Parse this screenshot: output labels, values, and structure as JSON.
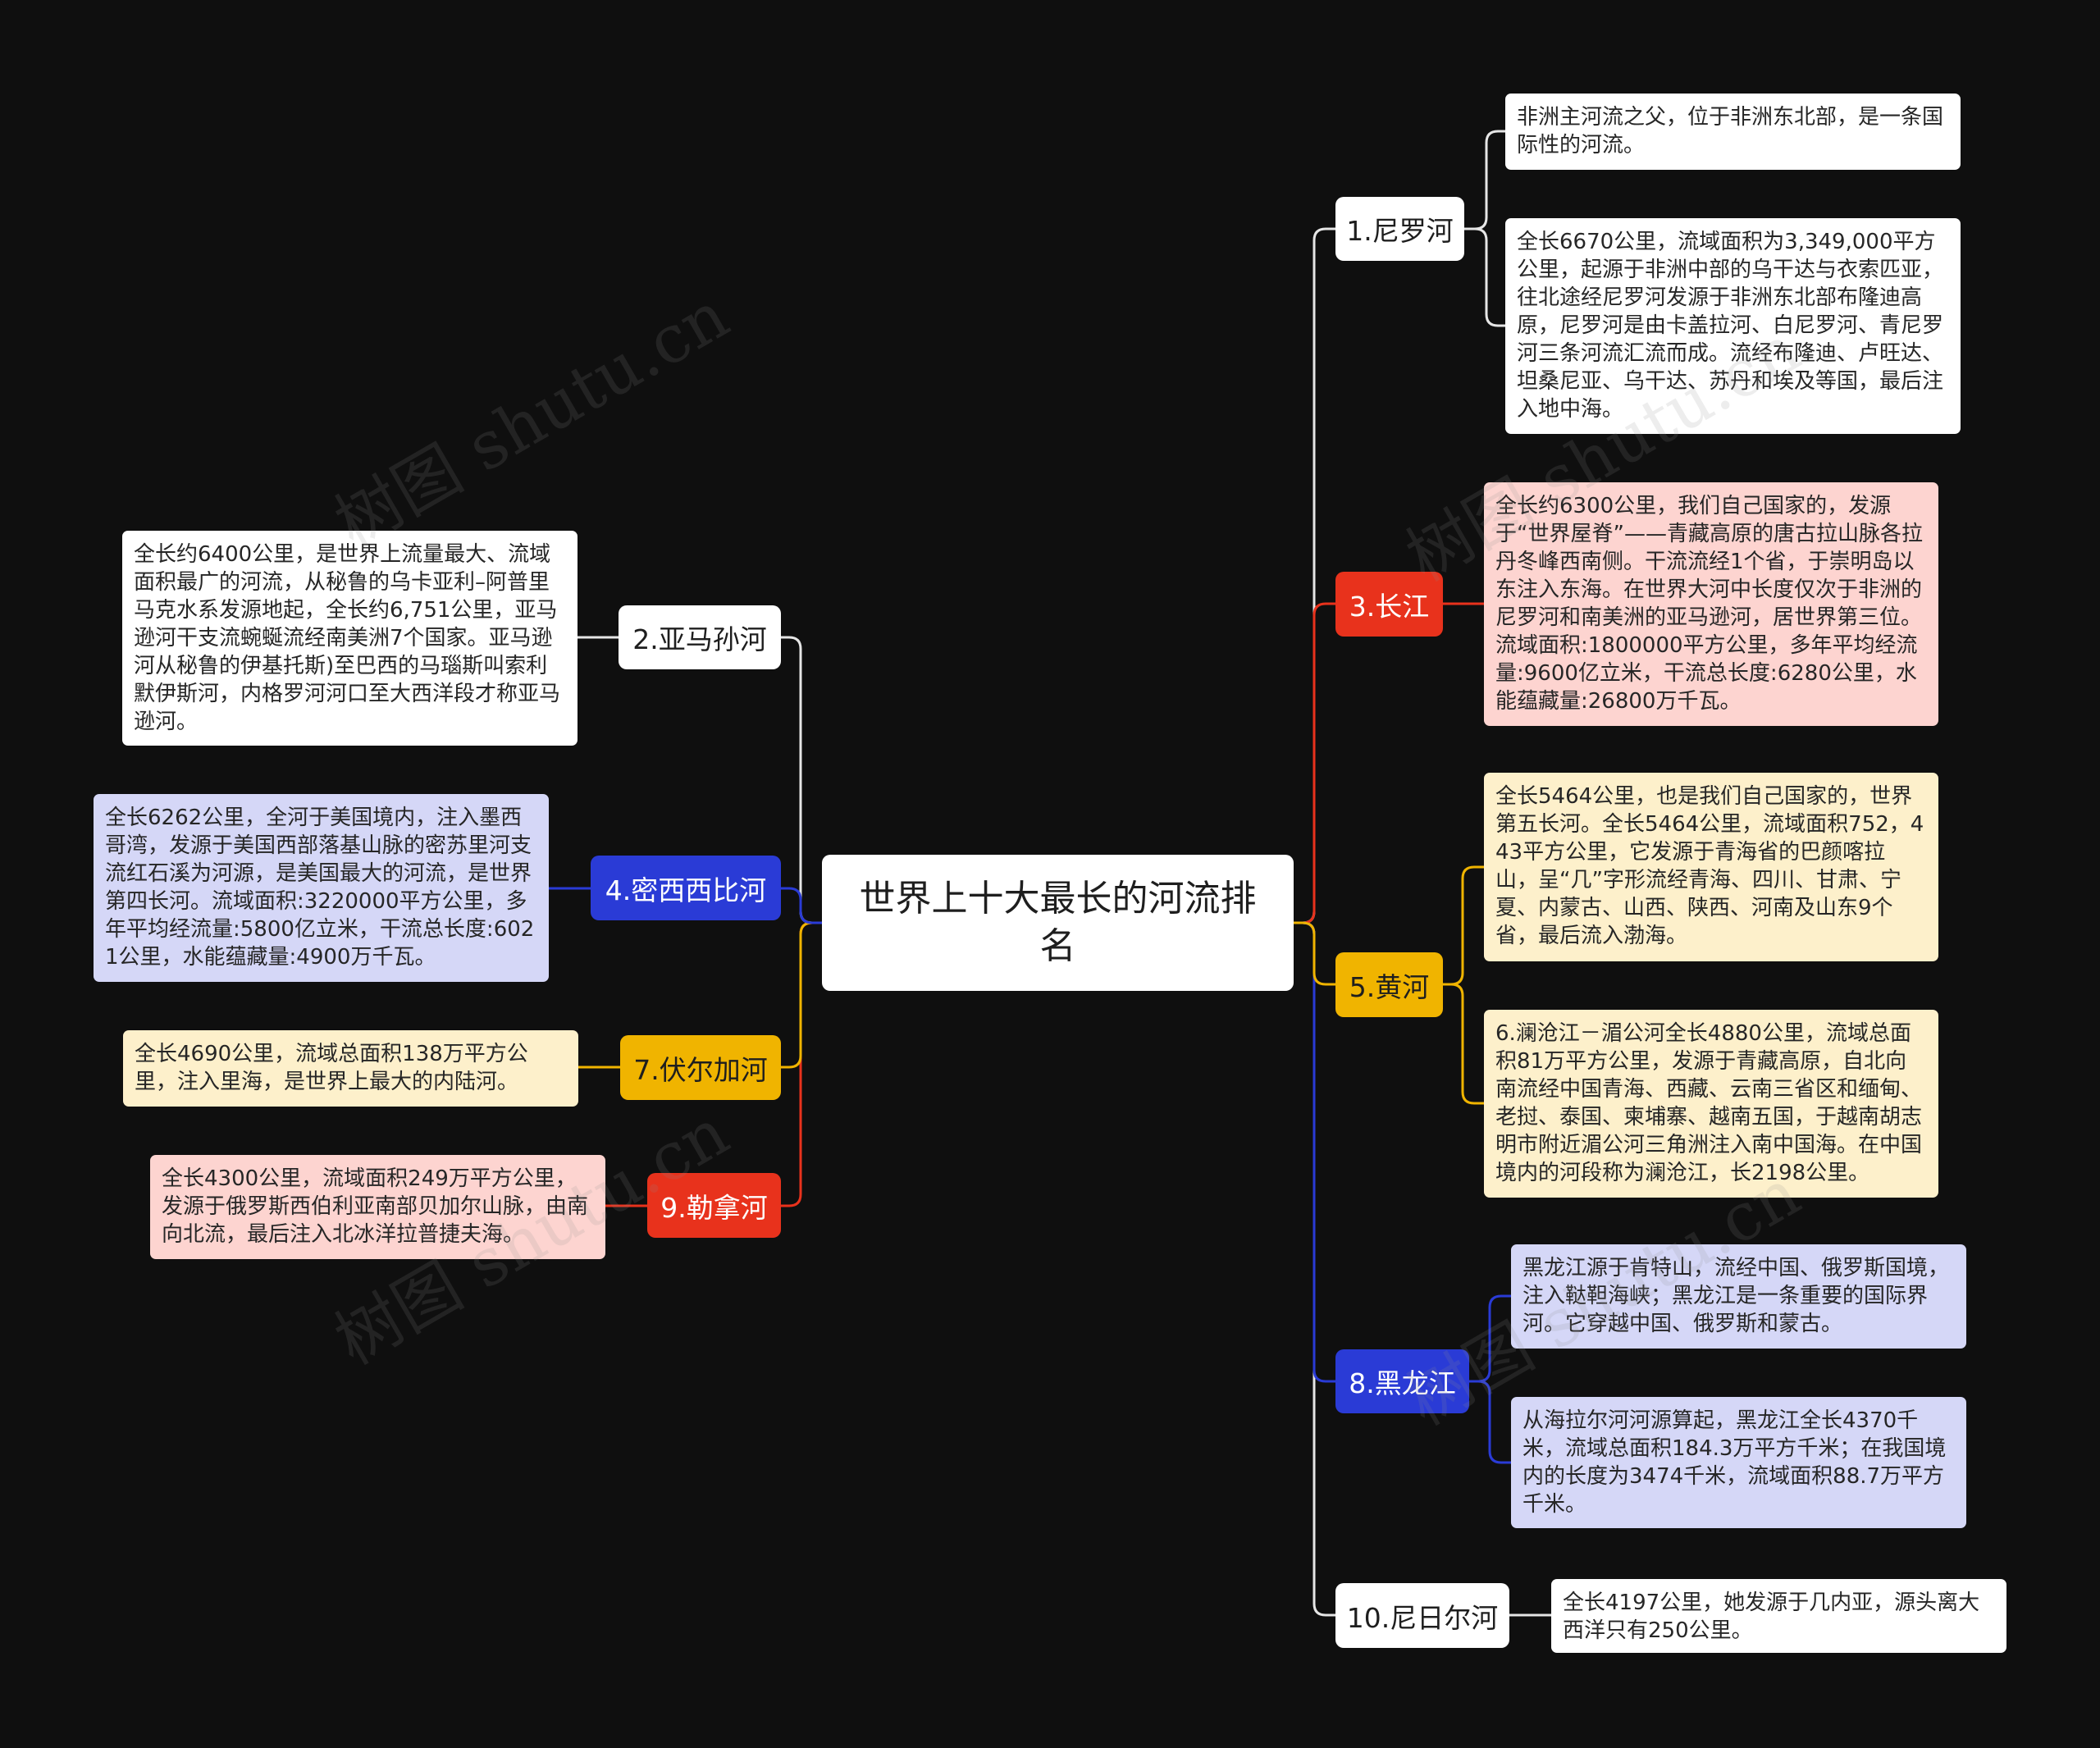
{
  "title": "世界上十大最长的河流排名",
  "theme": {
    "background": "#0f0f0f",
    "white": "#ffffff",
    "red": "#e8321c",
    "red_light": "#fdd4d0",
    "yellow": "#f0b400",
    "yellow_light": "#fdf0cb",
    "blue": "#2a3bd6",
    "blue_light": "#d5d7f7"
  },
  "right_branches": [
    {
      "label": "1.尼罗河",
      "color": "white",
      "notes": [
        "非洲主河流之父，位于非洲东北部，是一条国际性的河流。",
        "全长6670公里，流域面积为3,349,000平方公里，起源于非洲中部的乌干达与衣索匹亚，往北途经尼罗河发源于非洲东北部布隆迪高原，尼罗河是由卡盖拉河、白尼罗河、青尼罗河三条河流汇流而成。流经布隆迪、卢旺达、坦桑尼亚、乌干达、苏丹和埃及等国，最后注入地中海。"
      ]
    },
    {
      "label": "3.长江",
      "color": "red",
      "notes": [
        "全长约6300公里，我们自己国家的，发源于“世界屋脊”——青藏高原的唐古拉山脉各拉丹冬峰西南侧。干流流经1个省，于崇明岛以东注入东海。在世界大河中长度仅次于非洲的尼罗河和南美洲的亚马逊河，居世界第三位。流域面积:1800000平方公里，多年平均经流量:9600亿立米，干流总长度:6280公里，水能蕴藏量:26800万千瓦。"
      ]
    },
    {
      "label": "5.黄河",
      "color": "yellow",
      "notes": [
        "全长5464公里，也是我们自己国家的，世界第五长河。全长5464公里，流域面积752，443平方公里，它发源于青海省的巴颜喀拉山，呈“几”字形流经青海、四川、甘肃、宁夏、内蒙古、山西、陕西、河南及山东9个省，最后流入渤海。",
        "6.澜沧江－湄公河全长4880公里，流域总面积81万平方公里，发源于青藏高原，自北向南流经中国青海、西藏、云南三省区和缅甸、老挝、泰国、柬埔寨、越南五国，于越南胡志明市附近湄公河三角洲注入南中国海。在中国境内的河段称为澜沧江，长2198公里。"
      ]
    },
    {
      "label": "8.黑龙江",
      "color": "blue",
      "notes": [
        "黑龙江源于肯特山，流经中国、俄罗斯国境，注入鞑靼海峡；黑龙江是一条重要的国际界河。它穿越中国、俄罗斯和蒙古。",
        "从海拉尔河河源算起，黑龙江全长4370千米，流域总面积184.3万平方千米；在我国境内的长度为3474千米，流域面积88.7万平方千米。"
      ]
    },
    {
      "label": "10.尼日尔河",
      "color": "white",
      "notes": [
        "全长4197公里，她发源于几内亚，源头离大西洋只有250公里。"
      ]
    }
  ],
  "left_branches": [
    {
      "label": "2.亚马孙河",
      "color": "white",
      "notes": [
        "全长约6400公里，是世界上流量最大、流域面积最广的河流，从秘鲁的乌卡亚利–阿普里马克水系发源地起，全长约6,751公里，亚马逊河干支流蜿蜒流经南美洲7个国家。亚马逊河从秘鲁的伊基托斯)至巴西的马瑙斯叫索利默伊斯河，内格罗河河口至大西洋段才称亚马逊河。"
      ]
    },
    {
      "label": "4.密西西比河",
      "color": "blue",
      "notes": [
        "全长6262公里，全河于美国境内，注入墨西哥湾，发源于美国西部落基山脉的密苏里河支流红石溪为河源，是美国最大的河流，是世界第四长河。流域面积:3220000平方公里，多年平均经流量:5800亿立米，干流总长度:6021公里，水能蕴藏量:4900万千瓦。"
      ]
    },
    {
      "label": "7.伏尔加河",
      "color": "yellow",
      "notes": [
        "全长4690公里，流域总面积138万平方公里，注入里海，是世界上最大的内陆河。"
      ]
    },
    {
      "label": "9.勒拿河",
      "color": "red",
      "notes": [
        "全长4300公里，流域面积249万平方公里，发源于俄罗斯西伯利亚南部贝加尔山脉，由南向北流，最后注入北冰洋拉普捷夫海。"
      ]
    }
  ],
  "watermark": "树图 shutu.cn"
}
